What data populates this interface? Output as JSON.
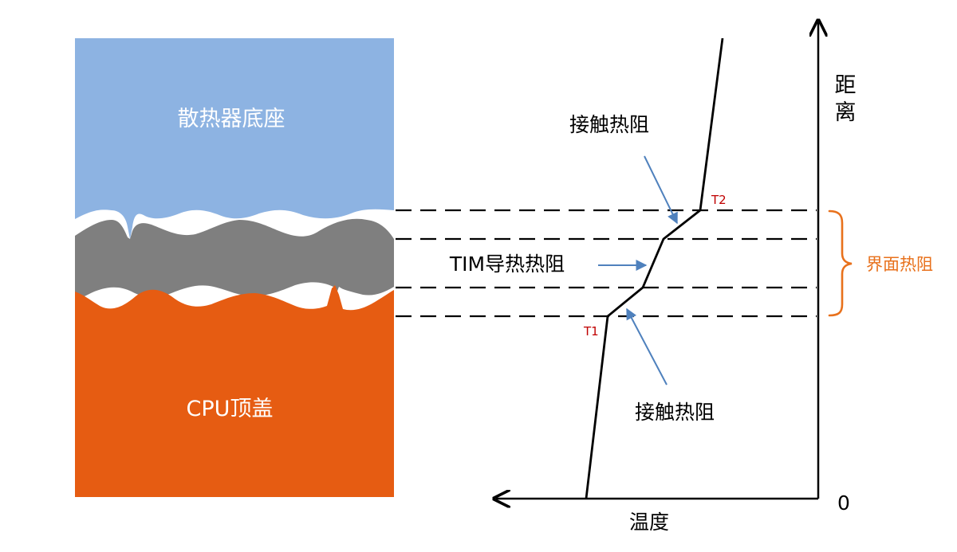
{
  "colors": {
    "heatsink": "#8db3e2",
    "tim": "#7f7f7f",
    "cpu": "#e65c12",
    "arrow": "#4f81bd",
    "axis": "#000000",
    "temp_marker": "#c00000",
    "interface": "#e8711c",
    "dash": "#000000"
  },
  "layers": {
    "heatsink_label": "散热器底座",
    "cpu_label": "CPU顶盖"
  },
  "annotations": {
    "contact_top": "接触热阻",
    "tim": "TIM导热热阻",
    "contact_bottom": "接触热阻",
    "interface": "界面热阻",
    "t1": "T1",
    "t2": "T2"
  },
  "axes": {
    "y_label_1": "距",
    "y_label_2": "离",
    "x_label": "温度",
    "origin": "0"
  }
}
